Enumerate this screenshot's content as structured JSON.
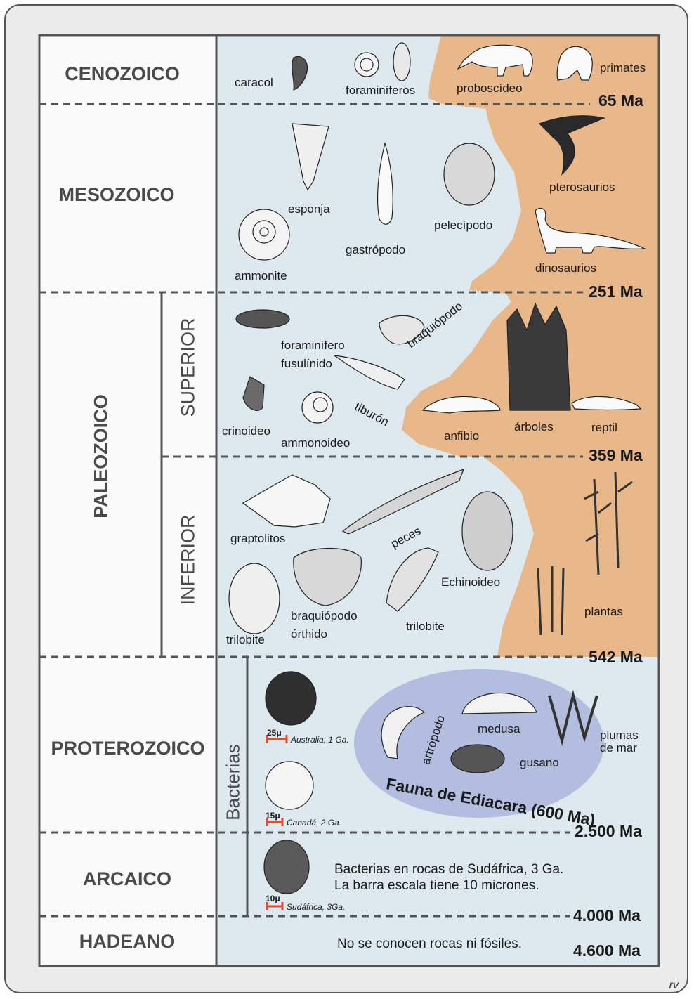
{
  "eras": {
    "cenozoico": "CENOZOICO",
    "mesozoico": "MESOZOICO",
    "paleozoico": "PALEOZOICO",
    "proterozoico": "PROTEROZOICO",
    "arcaico": "ARCAICO",
    "hadeano": "HADEANO"
  },
  "subdivisions": {
    "superior": "SUPERIOR",
    "inferior": "INFERIOR",
    "bacterias": "Bacterias"
  },
  "ages": {
    "a65": "65 Ma",
    "a251": "251 Ma",
    "a359": "359 Ma",
    "a542": "542 Ma",
    "a2500": "2.500 Ma",
    "a4000": "4.000 Ma",
    "a4600": "4.600 Ma"
  },
  "fossils": {
    "caracol": "caracol",
    "foraminiferos": "foraminíferos",
    "proboscideo": "proboscídeo",
    "primates": "primates",
    "esponja": "esponja",
    "gastropodo": "gastrópodo",
    "pelecipodo": "pelecípodo",
    "ammonite": "ammonite",
    "pterosaurios": "pterosaurios",
    "dinosaurios": "dinosaurios",
    "foram_fus_1": "foraminífero",
    "foram_fus_2": "fusulínido",
    "braquiopodo": "braquiópodo",
    "tiburon": "tiburón",
    "crinoideo": "crinoideo",
    "ammonoideo": "ammonoideo",
    "anfibio": "anfibio",
    "arboles": "árboles",
    "reptil": "reptil",
    "graptolitos": "graptolitos",
    "peces": "peces",
    "echinoideo": "Echinoideo",
    "trilobite_a": "trilobite",
    "braq_orth_1": "braquiópodo",
    "braq_orth_2": "órthido",
    "trilobite_b": "trilobite",
    "plantas": "plantas",
    "artropodo": "artrópodo",
    "medusa": "medusa",
    "plumas_1": "plumas",
    "plumas_2": "de mar",
    "gusano": "gusano"
  },
  "ediacara": "Fauna de Ediacara (600 Ma)",
  "bacteria_samples": [
    {
      "scale": "25μ",
      "caption": "Australia, 1 Ga."
    },
    {
      "scale": "15μ",
      "caption": "Canadá, 2 Ga."
    },
    {
      "scale": "10μ",
      "caption": "Sudáfrica, 3Ga."
    }
  ],
  "arcaico_note": {
    "line1": "Bacterias en rocas de Sudáfrica, 3 Ga.",
    "line2": "La barra escala tiene 10 micrones."
  },
  "hadeano_note": "No se conocen rocas ni fósiles.",
  "signature": "rv",
  "colors": {
    "sea": "#dde9ee",
    "land": "#e8b88a",
    "ediacara": "#aeb8de",
    "scale_bar": "#e84a2a"
  }
}
